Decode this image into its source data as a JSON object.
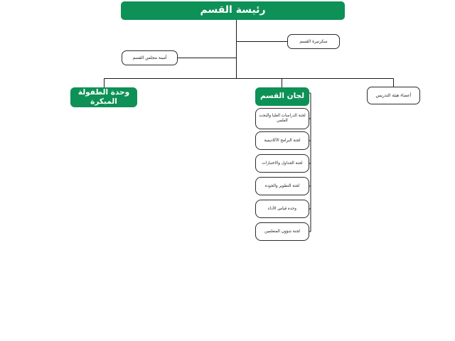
{
  "diagram": {
    "type": "organizational-chart",
    "direction": "rtl",
    "language": "ar",
    "colors": {
      "accent_green": "#0d9156",
      "box_border": "#2b2b2b",
      "connector": "#1a1a1a",
      "background": "#ffffff",
      "text_on_green": "#ffffff",
      "text_on_white": "#1a1a1a"
    },
    "root": {
      "label": "رئيسة القسم"
    },
    "staff": [
      {
        "label": "سكرتيرة القسم"
      },
      {
        "label": "أمينة مجلس القسم"
      }
    ],
    "branches": [
      {
        "label": "وحدة الطفولة المبكرة",
        "style": "green"
      },
      {
        "label": "لجان القسم",
        "style": "green"
      },
      {
        "label": "أعضاء هيئة التدريس",
        "style": "white"
      }
    ],
    "committees": [
      {
        "label": "لجنة الدراسات العليا والبحث العلمي"
      },
      {
        "label": "لجنة البرامج الأكاديمية"
      },
      {
        "label": "لجنة الجداول والاختبارات"
      },
      {
        "label": "لجنة التطوير والجودة"
      },
      {
        "label": "وحدة قياس الأداء"
      },
      {
        "label": "لجنة شؤون المتعلمين"
      }
    ]
  }
}
